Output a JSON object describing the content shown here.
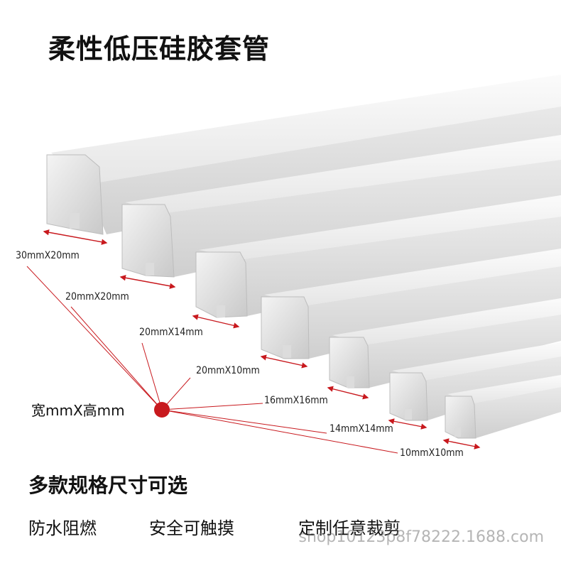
{
  "title": "柔性低压硅胶套管",
  "subtitle": "多款规格尺寸可选",
  "features": [
    "防水阻燃",
    "安全可触摸",
    "定制任意裁剪"
  ],
  "origin_label": "宽mmX高mm",
  "sizes": [
    "30mmX20mm",
    "20mmX20mm",
    "20mmX14mm",
    "20mmX10mm",
    "16mmX16mm",
    "14mmX14mm",
    "10mmX10mm"
  ],
  "watermark": "shop10123p8f78222.1688.com",
  "colors": {
    "accent": "#c8191e",
    "tube": "#eeeeee",
    "tube_shadow": "#cfcfcf"
  }
}
